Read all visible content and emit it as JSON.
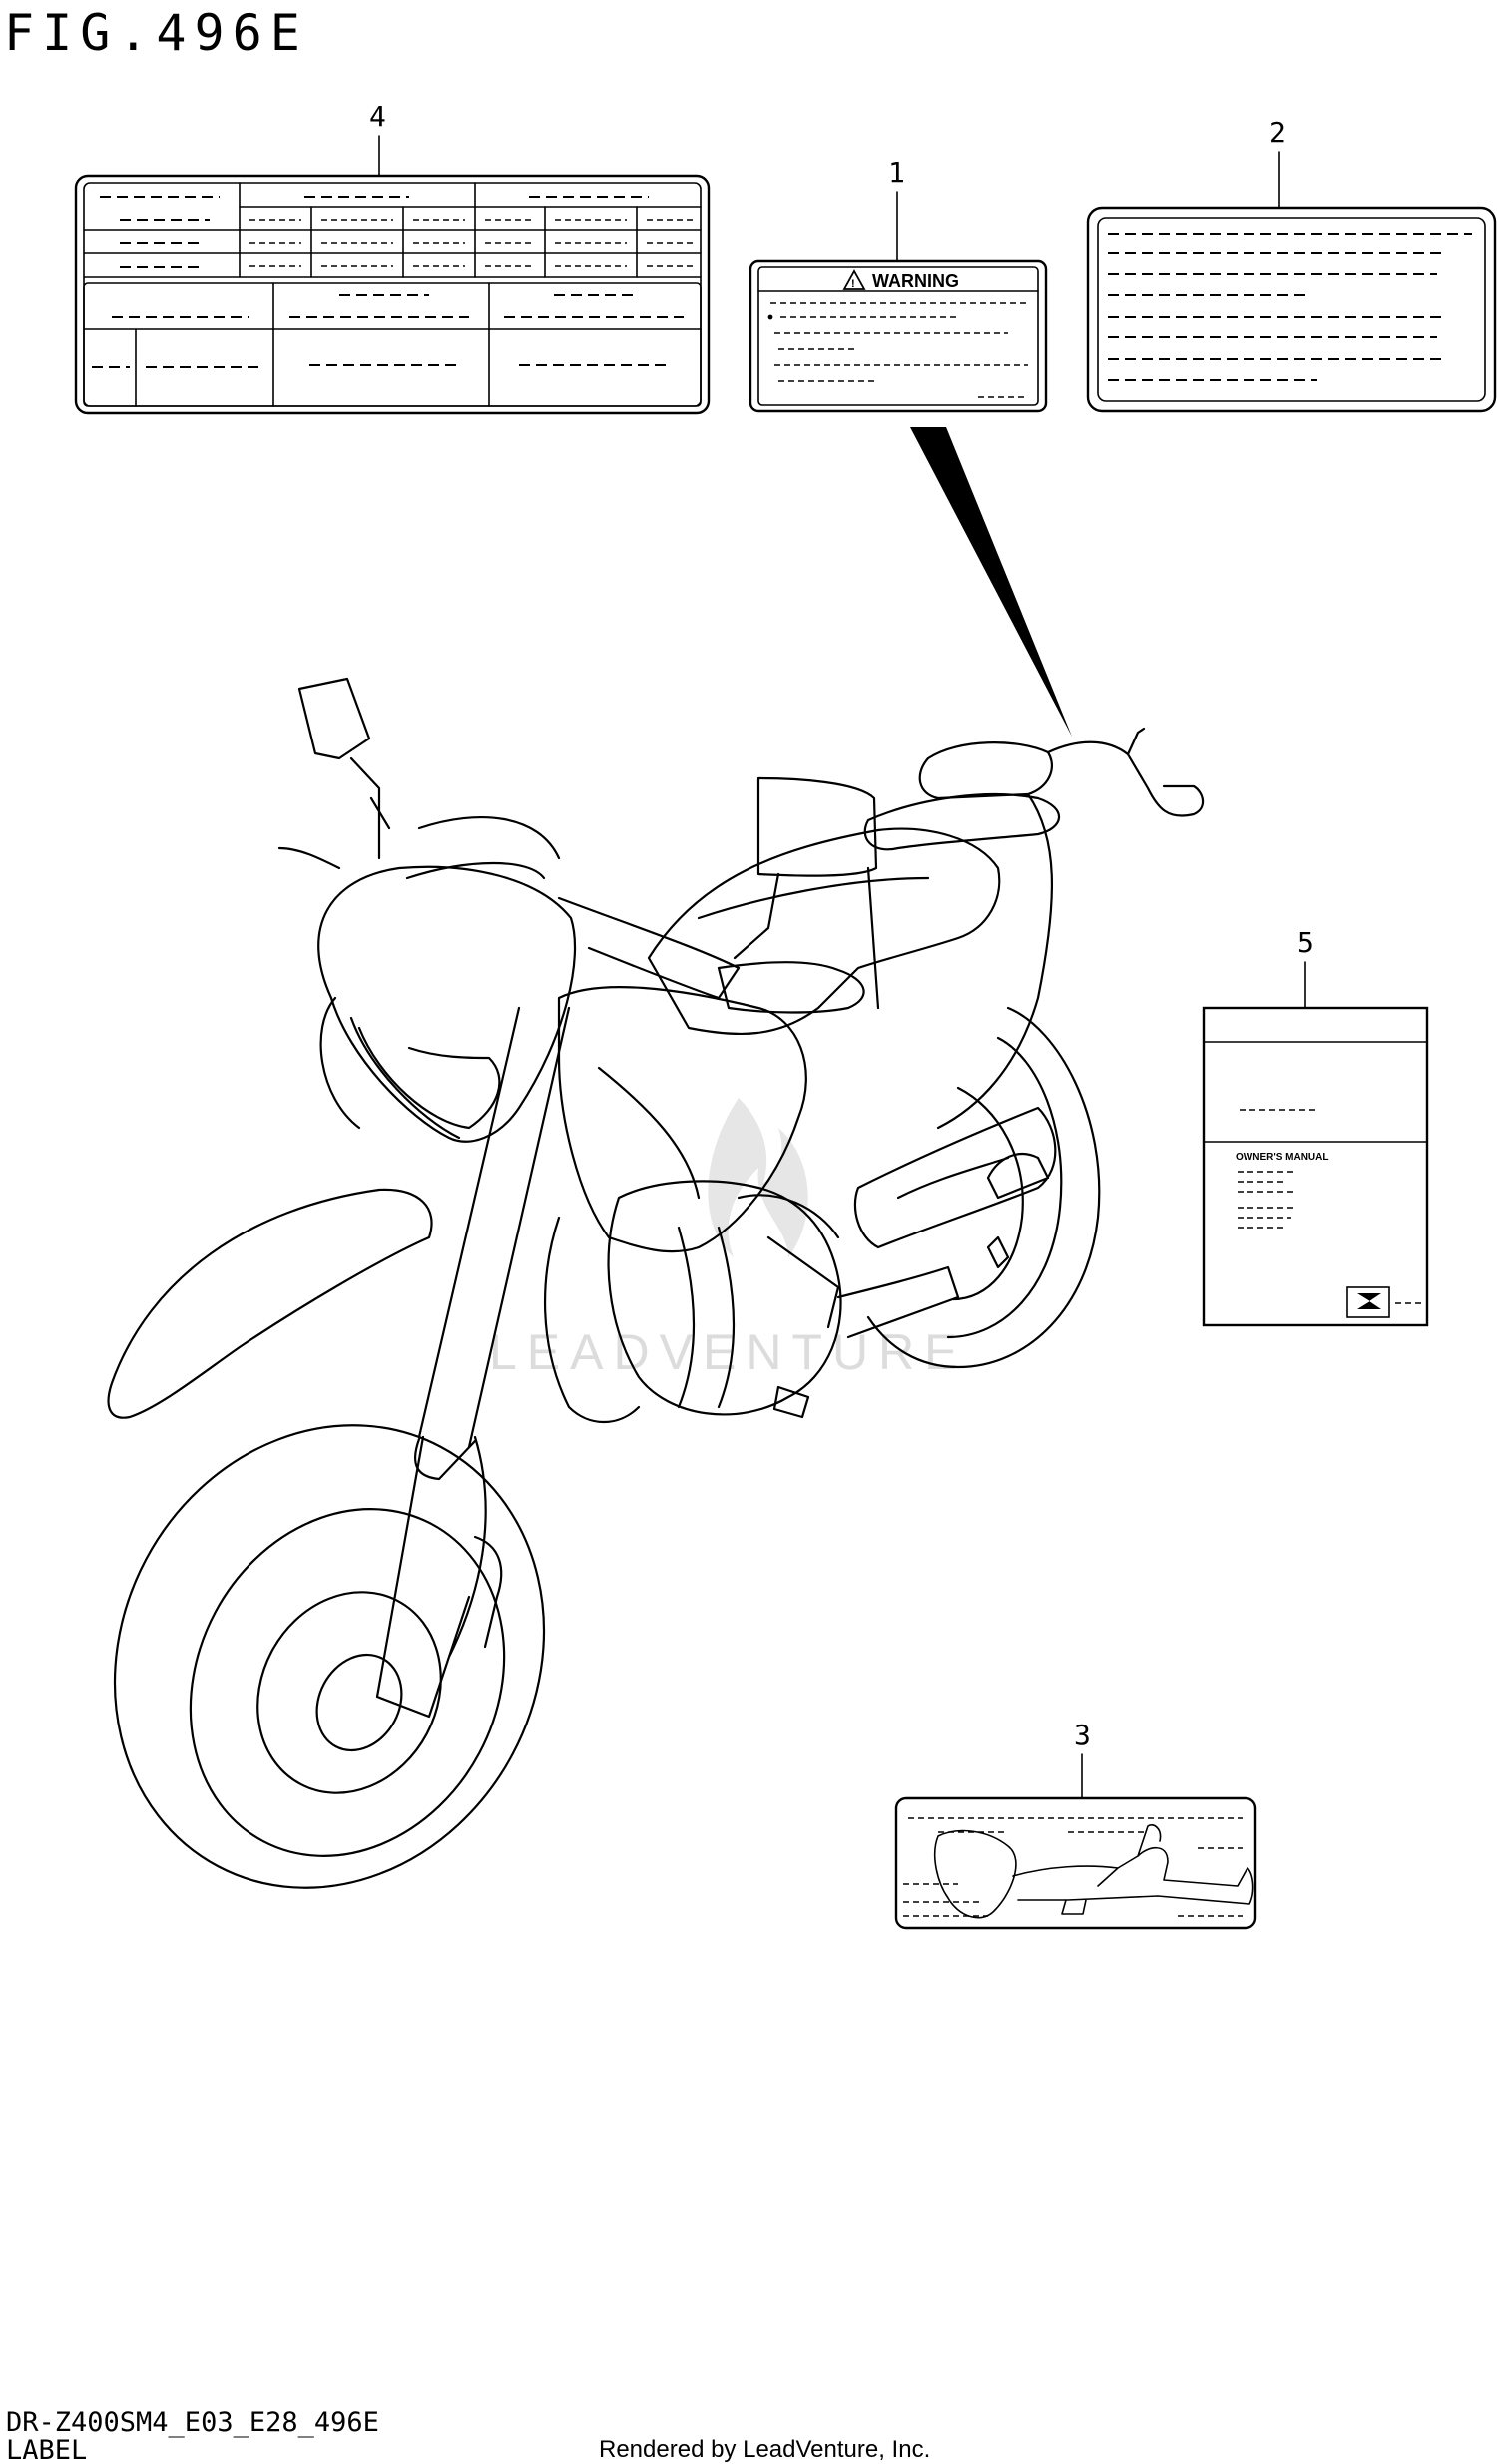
{
  "header": {
    "figure_title": "FIG.496E"
  },
  "callouts": {
    "c1": "1",
    "c2": "2",
    "c3": "3",
    "c4": "4",
    "c5": "5"
  },
  "warning_label": {
    "heading": "WARNING",
    "icon": "warning-triangle-icon"
  },
  "owners_manual": {
    "title": "OWNER'S MANUAL",
    "icon": "suzuki-logo-icon"
  },
  "watermark": {
    "text": "LEADVENTURE",
    "icon": "flame-logo-icon",
    "color": "#d9d9d9"
  },
  "footer": {
    "model_code": "DR-Z400SM4_E03_E28_496E",
    "section_name": "LABEL",
    "credit": "Rendered by LeadVenture, Inc."
  }
}
